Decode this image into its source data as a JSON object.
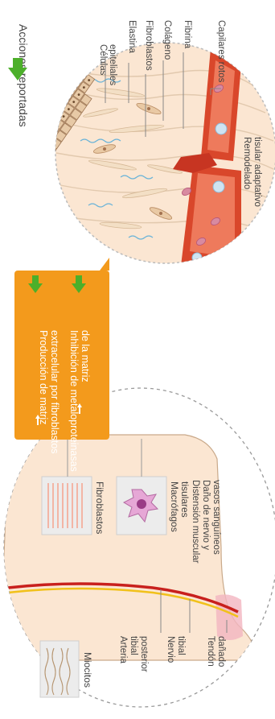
{
  "legend": {
    "label": "Acciones reportadas",
    "icon": "green-down-arrow-icon"
  },
  "callout": {
    "line1": "Producción de matriz",
    "line2": "extracelular por fibroblastos",
    "line3": "Inhibición de metaloproteinasas",
    "line4": "de la matriz",
    "up_icon": "up-arrow-icon",
    "down_icon": "green-down-arrow-icon"
  },
  "magnifier_labels": {
    "cells_l1": "Células",
    "cells_l2": "epiteliales",
    "elastin": "Elastina",
    "fibroblasts": "Fibroblastos",
    "collagen": "Colágeno",
    "fibrin": "Fibrina",
    "capillaries": "Capilares rotos",
    "remodel_l1": "Remodelado",
    "remodel_l2": "tisular adaptativo"
  },
  "lower_labels": {
    "fibroblastos": "Fibroblastos",
    "macrophages_l1": "Macrófagos",
    "macrophages_l2": "tisulares",
    "injury_l1": "Distensión muscular",
    "injury_l2": "Daño de nervio y",
    "injury_l3": "vasos sanguíneos",
    "artery_l1": "Arteria",
    "artery_l2": "tibial",
    "artery_l3": "posterior",
    "nerve_l1": "Nervio",
    "nerve_l2": "tibial",
    "tendon_l1": "Tendón",
    "tendon_l2": "dañado",
    "myocytes": "Miocitos"
  },
  "colors": {
    "orange": "#f39a1c",
    "green": "#4caf2a",
    "red": "#d9472b",
    "skin": "#fbe6d2",
    "gray": "#8c8c8c"
  }
}
